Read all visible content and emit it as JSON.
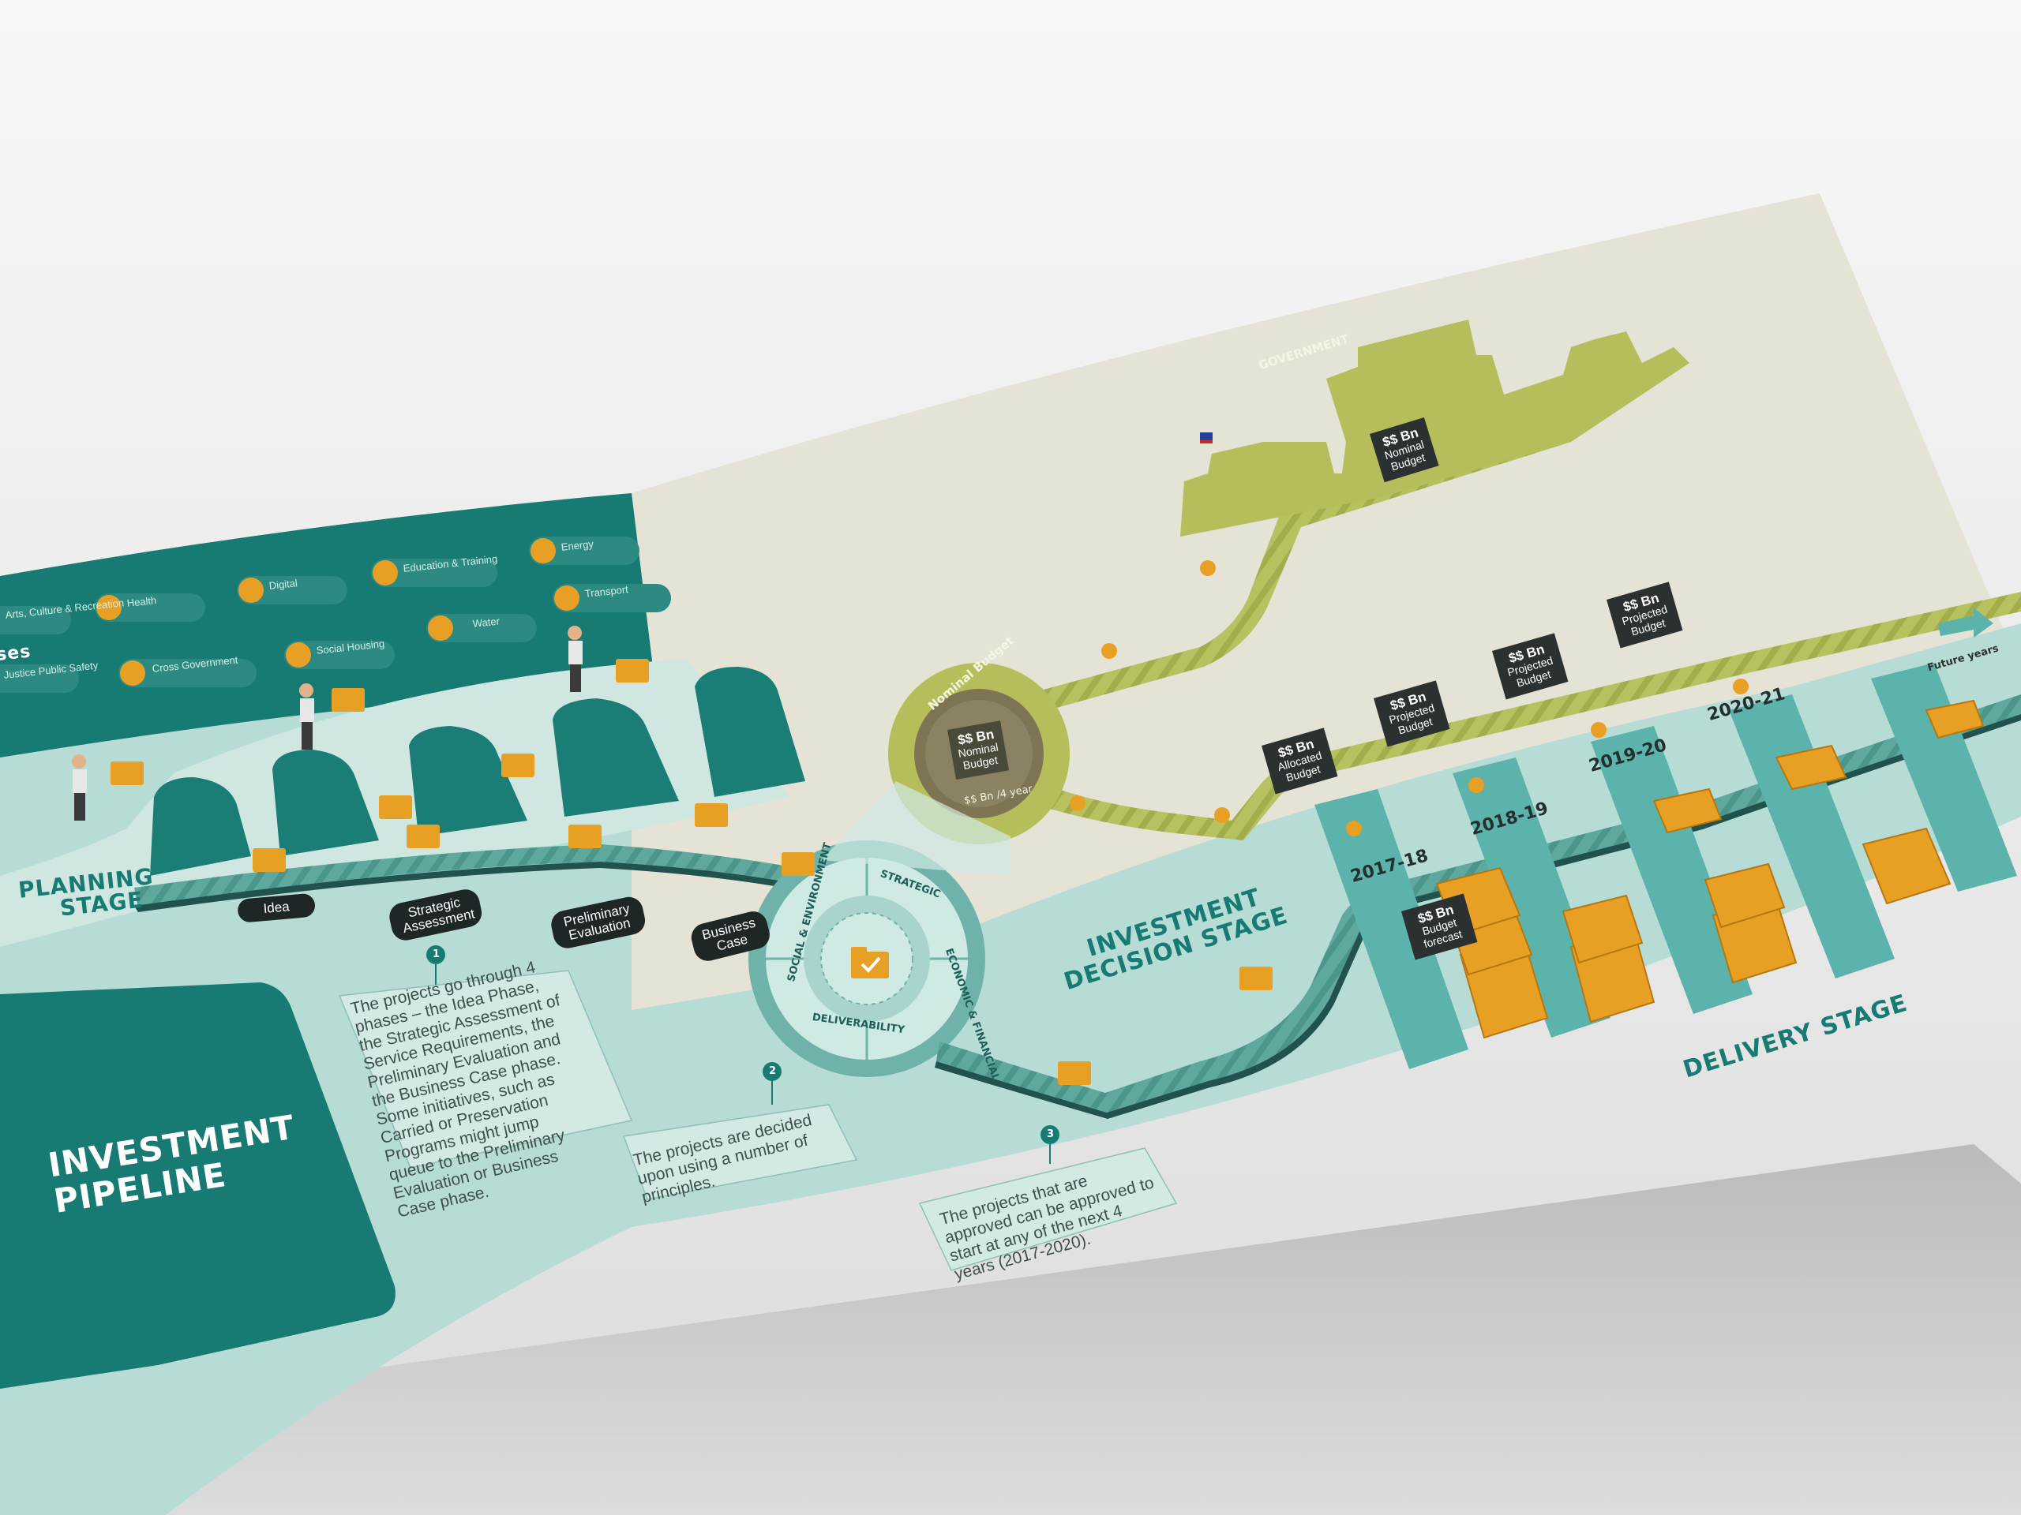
{
  "title": {
    "line1": "INVESTMENT",
    "line2": "PIPELINE"
  },
  "sectors_heading_fragment": "ses",
  "sectors": [
    {
      "label": "Arts, Culture & Recreation",
      "icon": "palette-icon"
    },
    {
      "label": "Health",
      "icon": "health-icon"
    },
    {
      "label": "Digital",
      "icon": "digital-icon"
    },
    {
      "label": "Education & Training",
      "icon": "education-icon"
    },
    {
      "label": "Energy",
      "icon": "energy-icon"
    },
    {
      "label": "Justice Public Safety",
      "icon": "justice-icon"
    },
    {
      "label": "Cross Government",
      "icon": "cross-government-icon"
    },
    {
      "label": "Social Housing",
      "icon": "housing-icon"
    },
    {
      "label": "Water",
      "icon": "water-icon"
    },
    {
      "label": "Transport",
      "icon": "transport-icon"
    }
  ],
  "planning": {
    "stage_line1": "PLANNING",
    "stage_line2": "STAGE",
    "phases": [
      "Idea",
      "Strategic Assessment",
      "Preliminary Evaluation",
      "Business Case"
    ]
  },
  "decision": {
    "stage_line1": "INVESTMENT",
    "stage_line2": "DECISION STAGE",
    "principles": [
      "STRATEGIC",
      "ECONOMIC & FINANCIAL",
      "DELIVERABILITY",
      "SOCIAL & ENVIRONMENT"
    ]
  },
  "delivery": {
    "stage": "DELIVERY STAGE"
  },
  "government": {
    "label": "GOVERNMENT",
    "box_amount": "$$ Bn",
    "box_label": "Nominal Budget"
  },
  "nominal": {
    "title": "Nominal Budget",
    "amount": "$$ Bn",
    "label": "Nominal Budget",
    "per_year": "$$ Bn /4 year"
  },
  "years": [
    {
      "year": "2017-18",
      "amount": "$$ Bn",
      "label": "Allocated Budget"
    },
    {
      "year": "2018-19",
      "amount": "$$ Bn",
      "label": "Projected Budget"
    },
    {
      "year": "2019-20",
      "amount": "$$ Bn",
      "label": "Projected Budget"
    },
    {
      "year": "2020-21",
      "amount": "$$ Bn",
      "label": "Projected Budget"
    }
  ],
  "future": "Future years",
  "forecast": {
    "amount": "$$ Bn",
    "label": "Budget forecast"
  },
  "steps": [
    {
      "n": "1",
      "text": [
        "The projects go through 4",
        "phases – the Idea Phase,",
        "the Strategic Assessment of",
        "Service Requirements, the",
        "Preliminary Evaluation and",
        "the Business Case phase.",
        "Some initiatives, such as",
        "Carried or Preservation",
        "Programs might jump",
        "queue to the Preliminary",
        "Evaluation or Business",
        "Case phase."
      ]
    },
    {
      "n": "2",
      "text": [
        "The projects are decided",
        "upon using a number of",
        "principles."
      ]
    },
    {
      "n": "3",
      "text": [
        "The projects that are",
        "approved can be approved to",
        "start at any of the next 4",
        "years (2017-2020)."
      ]
    }
  ],
  "colors": {
    "teal_dark": "#177b73",
    "teal_light": "#b7dcd6",
    "olive": "#b5be5a",
    "orange": "#e8a024",
    "paper_grey": "#e6e3d8"
  }
}
